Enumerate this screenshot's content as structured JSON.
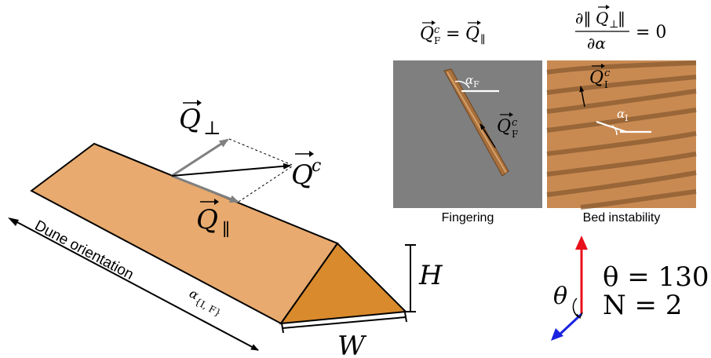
{
  "vectors": {
    "perp": "Q⊥",
    "parallel": "Q∥",
    "resultant": "Q",
    "resultant_sup": "c"
  },
  "dune": {
    "orientation_label": "Dune orientation",
    "alpha_label": "α{I, F}",
    "height_label": "H",
    "width_label": "W",
    "top_color": "#e8aa6e",
    "side_color": "#d98a2c"
  },
  "equations": {
    "fingering": "Q⃗cF = Q⃗∥",
    "bed_numerator": "∂‖Q⃗⊥‖",
    "bed_denominator": "∂α",
    "bed_rhs": "= 0"
  },
  "panels": {
    "fingering": {
      "caption": "Fingering",
      "angle_label": "αF",
      "vector_label": "Q⃗cF",
      "background": "#7f7f7f"
    },
    "bed": {
      "caption": "Bed instability",
      "angle_label": "αI",
      "vector_label": "Q⃗cI",
      "background": "#c98a52"
    }
  },
  "wind": {
    "theta_label": "θ",
    "theta_value": "θ = 130°",
    "n_value": "N = 2",
    "up_color": "#e8101a",
    "down_color": "#1a22e0"
  }
}
